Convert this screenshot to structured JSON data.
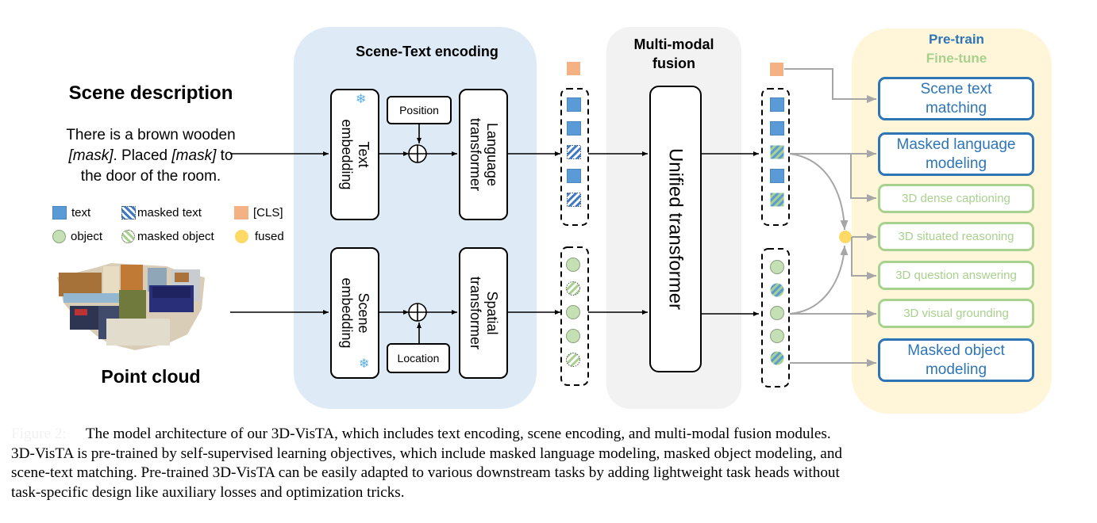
{
  "scene_description": {
    "title": "Scene description",
    "text_parts": [
      {
        "text": "There is a brown wooden",
        "italic": false
      },
      {
        "text": "[mask]",
        "italic": true
      },
      {
        "text": ". Placed ",
        "italic": false
      },
      {
        "text": "[mask]",
        "italic": true
      },
      {
        "text": " to",
        "italic": false
      },
      {
        "text": "the door of the room.",
        "italic": false
      }
    ]
  },
  "legend": {
    "items": [
      {
        "key": "text",
        "label": "text",
        "icon": "text-token-square-icon"
      },
      {
        "key": "masked_text",
        "label": "masked text",
        "icon": "masked-text-token-icon"
      },
      {
        "key": "cls",
        "label": "[CLS]",
        "icon": "cls-token-square-icon"
      },
      {
        "key": "object",
        "label": "object",
        "icon": "object-token-circle-icon"
      },
      {
        "key": "masked_object",
        "label": "masked object",
        "icon": "masked-object-token-icon"
      },
      {
        "key": "fused",
        "label": "fused",
        "icon": "fused-token-circle-icon"
      }
    ]
  },
  "point_cloud": {
    "title": "Point cloud",
    "image": "3d-room-scan-image"
  },
  "encoding": {
    "title": "Scene-Text encoding",
    "text_embedding": "Text\nembedding",
    "position": "Position",
    "language_transformer": "Language\ntransformer",
    "scene_embedding": "Scene\nembedding",
    "location": "Location",
    "spatial_transformer": "Spatial\ntransformer",
    "frozen_icon": "snowflake-icon"
  },
  "token_sequences": {
    "encoder_text": [
      "text",
      "text",
      "masked_text",
      "text",
      "masked_text"
    ],
    "encoder_object": [
      "object",
      "masked_object",
      "object",
      "object",
      "masked_object"
    ],
    "fused_text": [
      "text",
      "text",
      "masked_fused",
      "text",
      "masked_fused"
    ],
    "fused_object": [
      "object",
      "masked_fused",
      "object",
      "object",
      "masked_fused"
    ]
  },
  "fusion": {
    "title": "Multi-modal\nfusion",
    "unified_transformer": "Unified transformer"
  },
  "heads": {
    "pretrain_label": "Pre-train",
    "finetune_label": "Fine-tune",
    "items": [
      {
        "label": "Scene text\nmatching",
        "stage": "pre"
      },
      {
        "label": "Masked language\nmodeling",
        "stage": "pre"
      },
      {
        "label": "3D dense captioning",
        "stage": "fine"
      },
      {
        "label": "3D situated reasoning",
        "stage": "fine"
      },
      {
        "label": "3D question answering",
        "stage": "fine"
      },
      {
        "label": "3D visual grounding",
        "stage": "fine"
      },
      {
        "label": "Masked object\nmodeling",
        "stage": "pre"
      }
    ]
  },
  "colors": {
    "text_token": "#5b9bd5",
    "cls_token": "#f4b183",
    "object_token": "#c5e0b4",
    "fused_token": "#ffd966",
    "pretrain": "#2e75b6",
    "finetune": "#a9d18e",
    "encoding_panel": "#deebf7",
    "fusion_panel": "#f2f2f2",
    "heads_panel": "#fff2cc"
  },
  "caption": {
    "label": "Figure 2:",
    "lines": [
      "The model architecture of our 3D-VisTA, which includes text encoding, scene encoding, and multi-modal fusion modules.",
      "3D-VisTA is pre-trained by self-supervised learning objectives, which include masked language modeling, masked object modeling, and",
      "scene-text matching. Pre-trained 3D-VisTA can be easily adapted to various downstream tasks by adding lightweight task heads without",
      "task-specific design like auxiliary losses and optimization tricks."
    ]
  }
}
